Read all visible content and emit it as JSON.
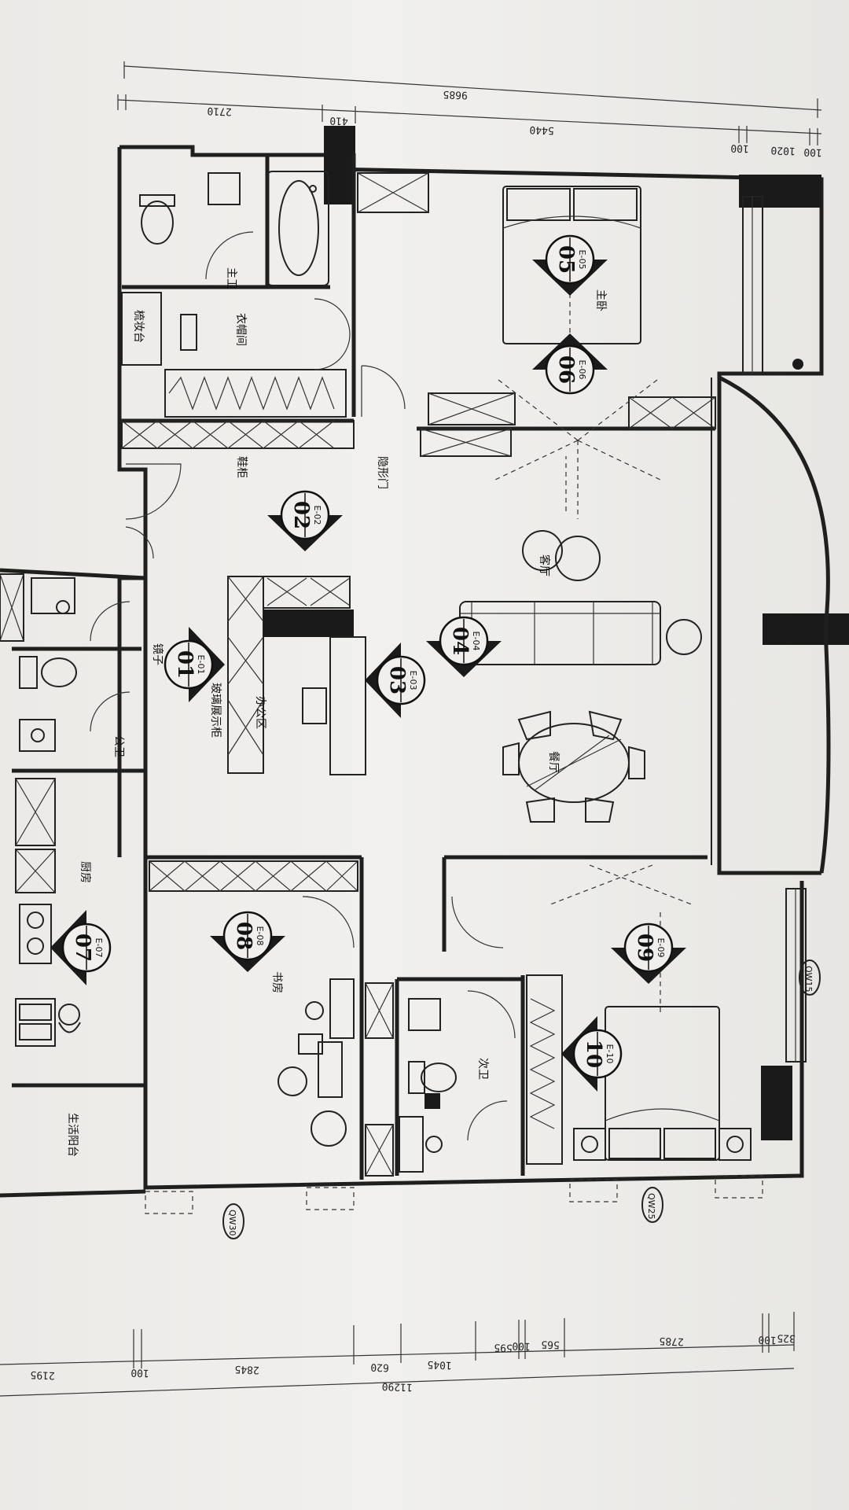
{
  "dimensions": {
    "top": {
      "overall": "9685",
      "segments": [
        "2710",
        "410",
        "5440",
        "100",
        "1020",
        "100"
      ]
    },
    "bottom": {
      "overall": "11290",
      "segments": [
        "2195",
        "100",
        "2845",
        "620",
        "1045",
        "595",
        "100",
        "565",
        "2785",
        "100",
        "325"
      ]
    }
  },
  "rooms": {
    "master_bath": "主卫",
    "walk_in_closet": "衣帽间",
    "dressing_table": "梳妆台",
    "master_bedroom": "主卧",
    "shoe_cabinet": "鞋柜",
    "hidden_door": "隐形门",
    "living_room": "客厅",
    "mirror": "镜子",
    "glass_display_cabinet": "玻璃展示柜",
    "office_area": "办公区",
    "public_bath": "公卫",
    "dining_room": "餐厅",
    "kitchen": "厨房",
    "study": "书房",
    "second_bath": "次卫",
    "utility_balcony": "生活阳台"
  },
  "markers": [
    {
      "number": "05",
      "ref": "E-05"
    },
    {
      "number": "06",
      "ref": "E-06"
    },
    {
      "number": "02",
      "ref": "E-02"
    },
    {
      "number": "04",
      "ref": "E-04"
    },
    {
      "number": "03",
      "ref": "E-03"
    },
    {
      "number": "01",
      "ref": "E-01"
    },
    {
      "number": "07",
      "ref": "E-07"
    },
    {
      "number": "08",
      "ref": "E-08"
    },
    {
      "number": "09",
      "ref": "E-09"
    },
    {
      "number": "10",
      "ref": "E-10"
    }
  ],
  "window_tags": {
    "bottom_left": "QW30",
    "bottom_right": "QW25",
    "right": "QW15"
  }
}
